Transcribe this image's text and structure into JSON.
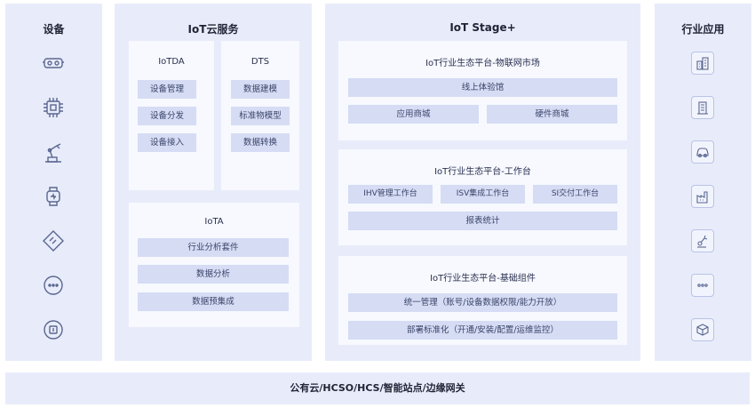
{
  "devices": {
    "title": "设备",
    "icons": [
      "vr-headset-icon",
      "chip-icon",
      "robot-arm-icon",
      "smartwatch-icon",
      "sensor-tag-icon",
      "more-icon",
      "smart-lock-icon"
    ]
  },
  "iot_cloud": {
    "title": "IoT云服务",
    "iotda": {
      "title": "IoTDA",
      "items": [
        "设备管理",
        "设备分发",
        "设备接入"
      ]
    },
    "dts": {
      "title": "DTS",
      "items": [
        "数据建模",
        "标准物模型",
        "数据转换"
      ]
    },
    "iota": {
      "title": "IoTA",
      "items": [
        "行业分析套件",
        "数据分析",
        "数据预集成"
      ]
    }
  },
  "stage": {
    "title": "IoT Stage+",
    "market": {
      "title": "IoT行业生态平台-物联网市场",
      "wide": "线上体验馆",
      "items": [
        "应用商城",
        "硬件商城"
      ]
    },
    "workbench": {
      "title": "IoT行业生态平台-工作台",
      "items": [
        "IHV管理工作台",
        "ISV集成工作台",
        "SI交付工作台"
      ],
      "wide": "报表统计"
    },
    "components": {
      "title": "IoT行业生态平台-基础组件",
      "items": [
        "统一管理（账号/设备数据权限/能力开放）",
        "部署标准化（开通/安装/配置/运维监控）"
      ]
    }
  },
  "industry": {
    "title": "行业应用",
    "icons": [
      "city-icon",
      "building-icon",
      "car-icon",
      "factory-icon",
      "robot-arm-icon",
      "more-icon",
      "cube-icon"
    ]
  },
  "bottom_bar": {
    "label": "公有云/HCSO/HCS/智能站点/边缘网关"
  },
  "colors": {
    "panel": "#e8ecfa",
    "card": "#f7f9fe",
    "chip": "#d5dcf4",
    "icon_stroke": "#5a6690"
  }
}
